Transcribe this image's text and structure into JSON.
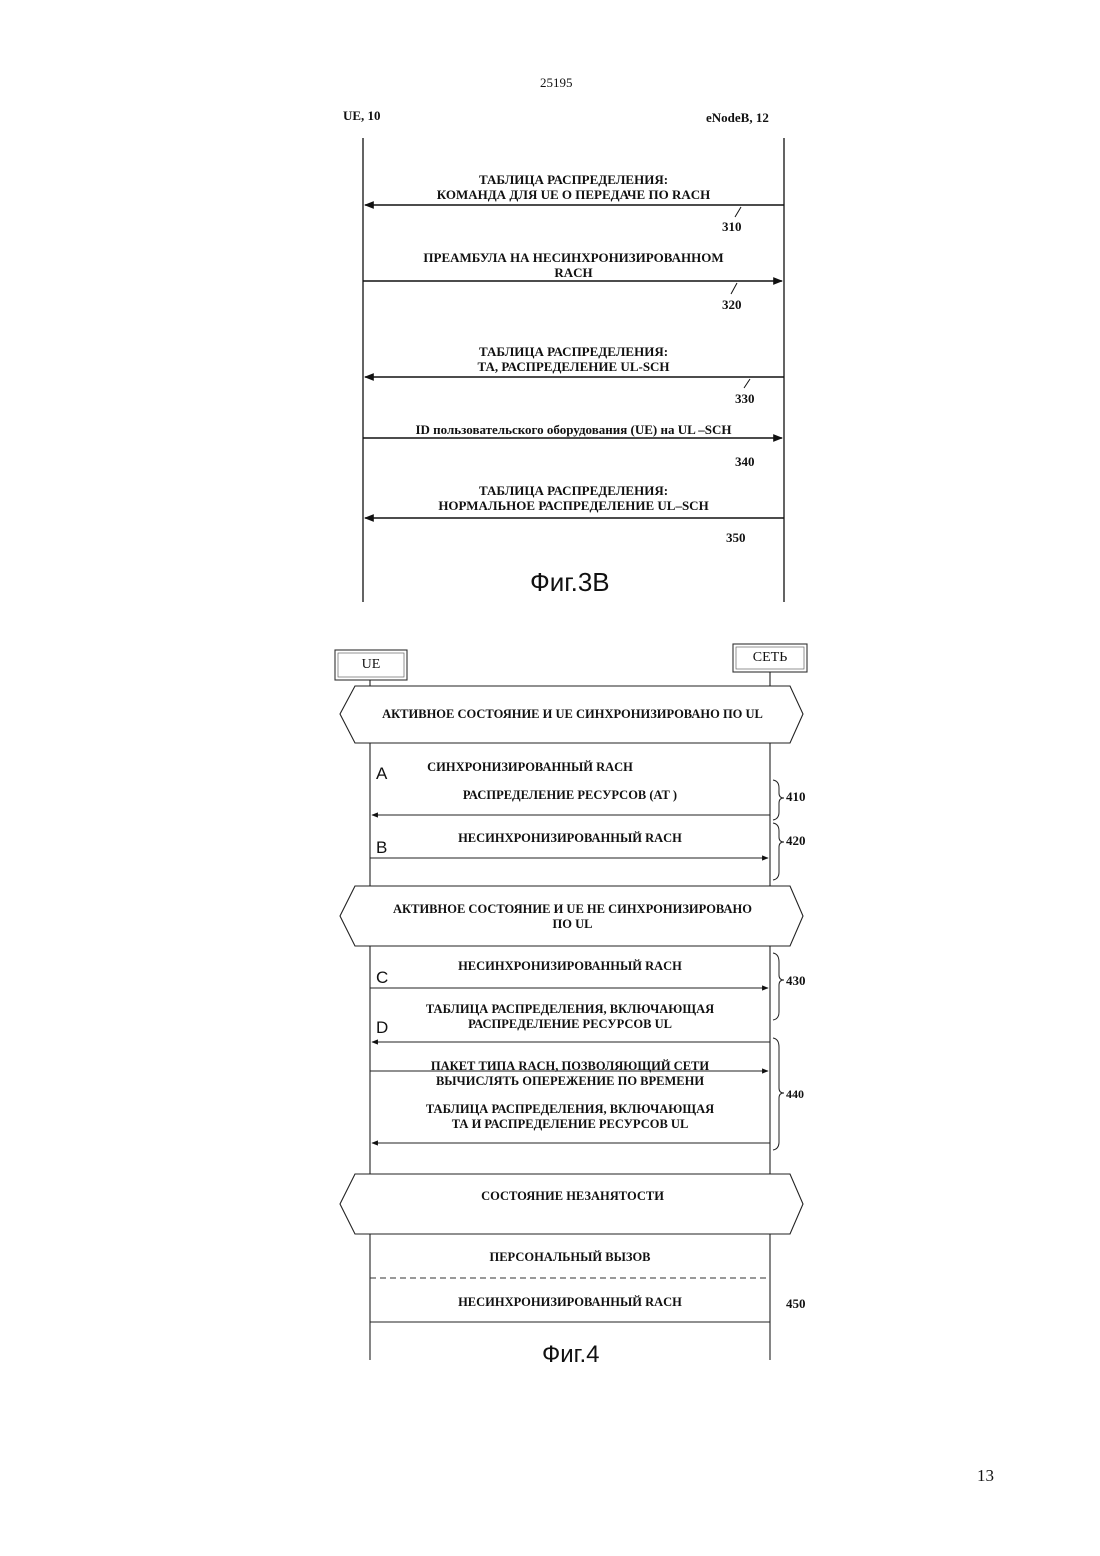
{
  "page": {
    "doc_number": "25195",
    "page_number": "13"
  },
  "fig3b": {
    "left_entity": "UE, 10",
    "right_entity": "eNodeB, 12",
    "messages": [
      {
        "line1": "ТАБЛИЦА РАСПРЕДЕЛЕНИЯ:",
        "line2": "КОМАНДА ДЛЯ UE О ПЕРЕДАЧЕ ПО RACH",
        "ref": "310",
        "direction": "to-left"
      },
      {
        "line1": "ПРЕАМБУЛА НА НЕСИНХРОНИЗИРОВАННОМ",
        "line2": "RACH",
        "ref": "320",
        "direction": "to-right"
      },
      {
        "line1": "ТАБЛИЦА РАСПРЕДЕЛЕНИЯ:",
        "line2": "ТА, РАСПРЕДЕЛЕНИЕ UL-SCH",
        "ref": "330",
        "direction": "to-left"
      },
      {
        "line1": "ID пользовательского оборудования (UE) на UL –SCH",
        "line2": "",
        "ref": "340",
        "direction": "to-right"
      },
      {
        "line1": "ТАБЛИЦА РАСПРЕДЕЛЕНИЯ:",
        "line2": "НОРМАЛЬНОЕ РАСПРЕДЕЛЕНИЕ UL–SCH",
        "ref": "350",
        "direction": "to-left"
      }
    ],
    "caption": "Фиг.3B"
  },
  "fig4": {
    "left_entity": "UE",
    "right_entity": "СЕТЬ",
    "states": [
      {
        "line1": "АКТИВНОЕ СОСТОЯНИЕ И UE СИНХРОНИЗИРОВАНО ПО UL",
        "line2": ""
      },
      {
        "line1": "АКТИВНОЕ СОСТОЯНИЕ И UE НЕ СИНХРОНИЗИРОВАНО",
        "line2": "ПО UL"
      },
      {
        "line1": "СОСТОЯНИЕ НЕЗАНЯТОСТИ",
        "line2": ""
      }
    ],
    "letters": [
      "A",
      "B",
      "C",
      "D"
    ],
    "messages": [
      {
        "line1": "СИНХРОНИЗИРОВАННЫЙ RACH",
        "line2": ""
      },
      {
        "line1": "РАСПРЕДЕЛЕНИЕ РЕСУРСОВ (АТ )",
        "line2": ""
      },
      {
        "line1": "НЕСИНХРОНИЗИРОВАННЫЙ RACH",
        "line2": ""
      },
      {
        "line1": "НЕСИНХРОНИЗИРОВАННЫЙ RACH",
        "line2": ""
      },
      {
        "line1": "ТАБЛИЦА РАСПРЕДЕЛЕНИЯ, ВКЛЮЧАЮЩАЯ",
        "line2": "РАСПРЕДЕЛЕНИЕ РЕСУРСОВ UL"
      },
      {
        "line1": "ПАКЕТ ТИПА RACH, ПОЗВОЛЯЮЩИЙ СЕТИ",
        "line2": "ВЫЧИСЛЯТЬ ОПЕРЕЖЕНИЕ ПО ВРЕМЕНИ"
      },
      {
        "line1": "ТАБЛИЦА РАСПРЕДЕЛЕНИЯ, ВКЛЮЧАЮЩАЯ",
        "line2": "ТА И РАСПРЕДЕЛЕНИЕ РЕСУРСОВ UL"
      },
      {
        "line1": "ПЕРСОНАЛЬНЫЙ ВЫЗОВ",
        "line2": ""
      },
      {
        "line1": "НЕСИНХРОНИЗИРОВАННЫЙ RACH",
        "line2": ""
      }
    ],
    "refs": [
      "410",
      "420",
      "430",
      "440",
      "450"
    ],
    "caption": "Фиг.4"
  }
}
